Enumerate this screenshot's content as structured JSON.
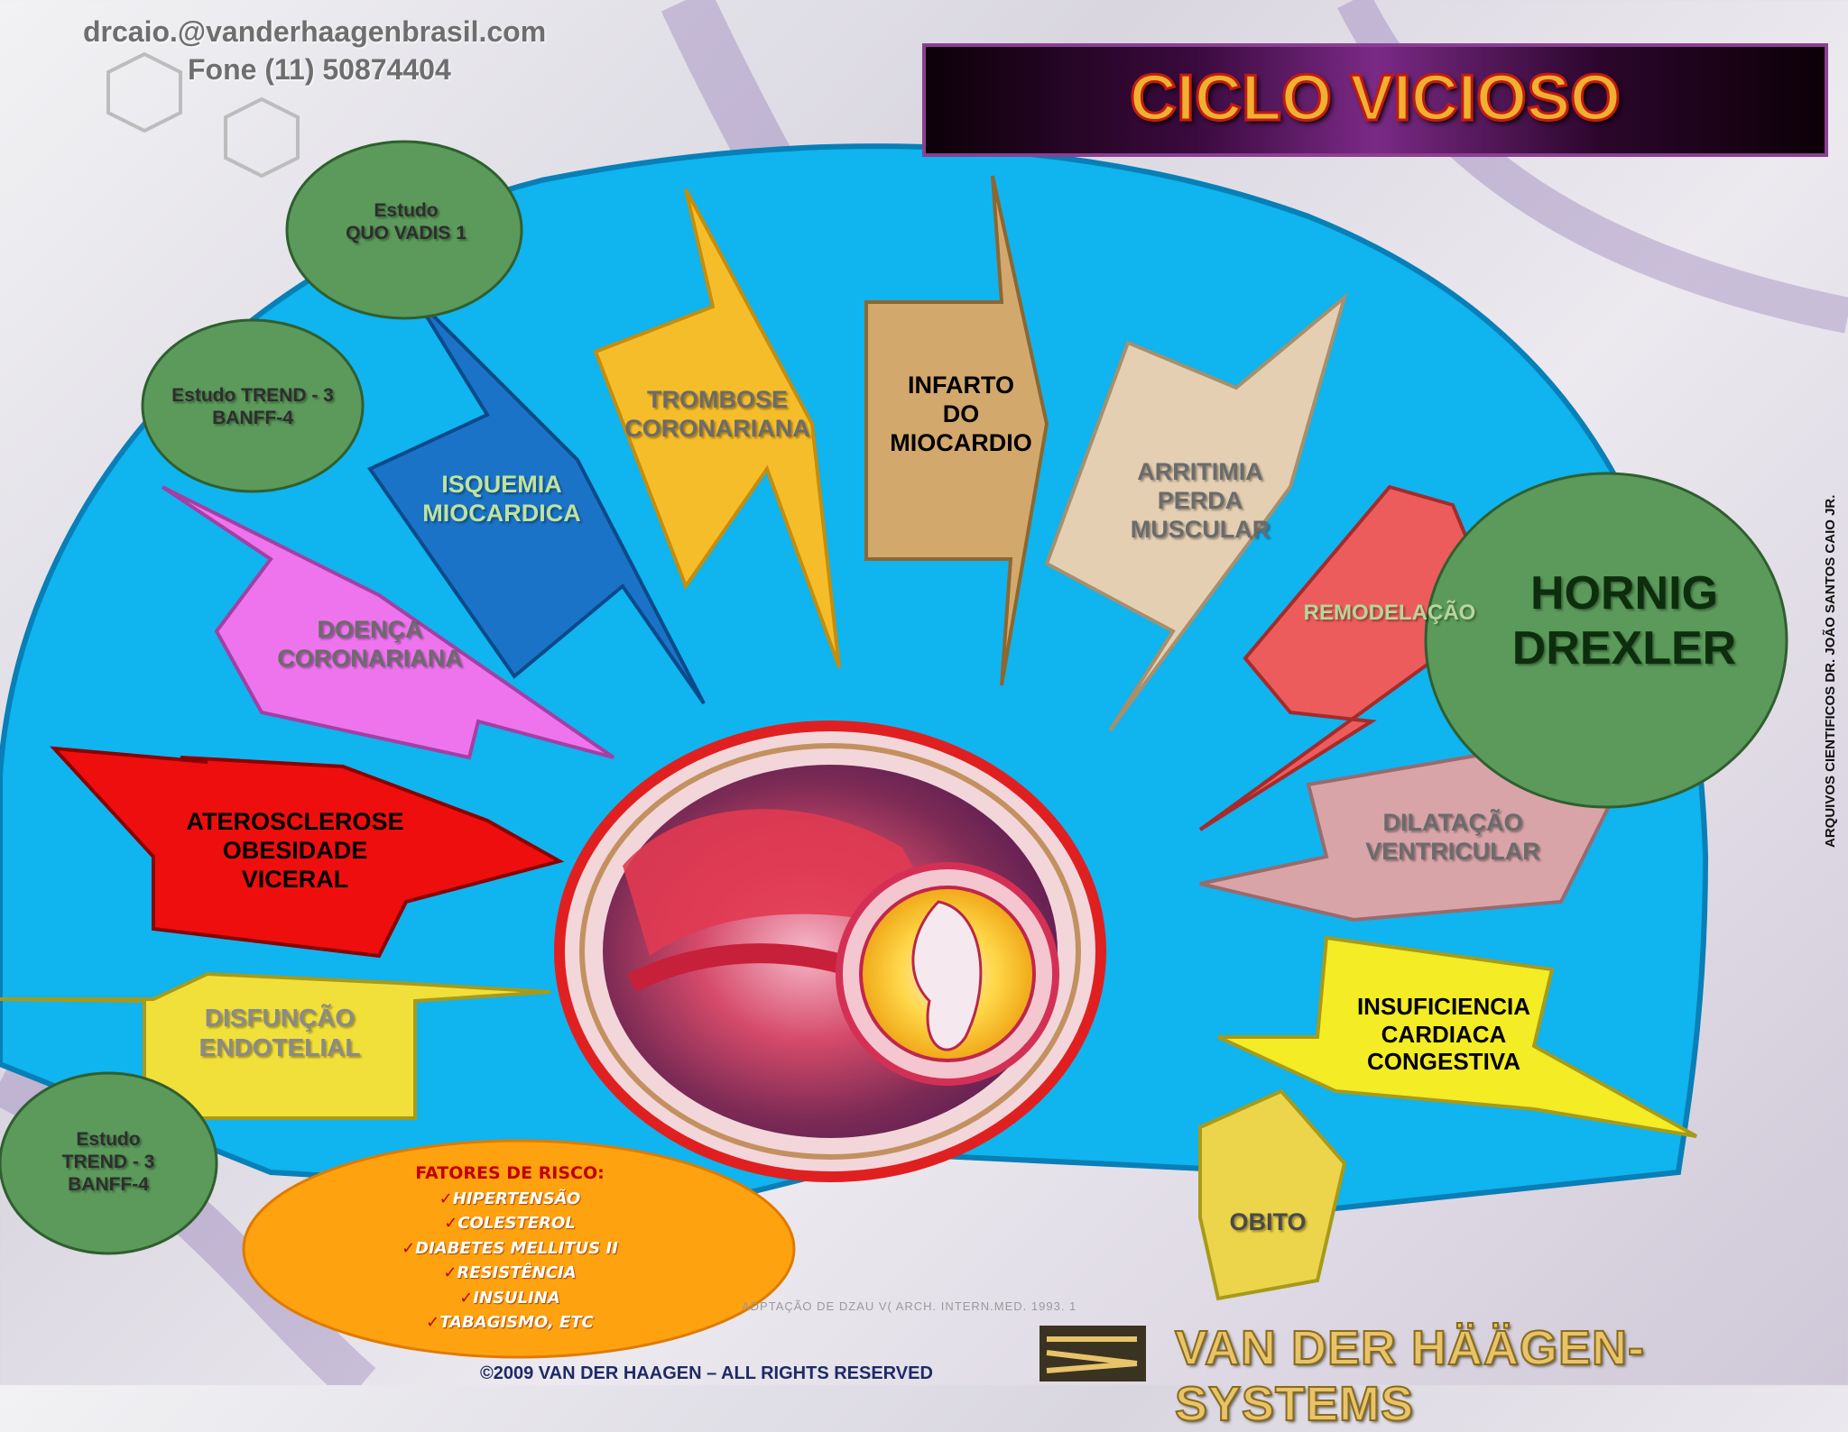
{
  "contact": {
    "email": "drcaio.@vanderhaagenbrasil.com",
    "phone": "Fone (11) 50874404"
  },
  "title": "CICLO VICIOSO",
  "center_circles": {
    "hornig": "HORNIG\nDREXLER"
  },
  "studies": {
    "quo_vadis": "Estudo\nQUO VADIS 1",
    "trend_top": "Estudo TREND - 3\nBANFF-4",
    "trend_bottom": "Estudo\nTREND - 3\nBANFF-4"
  },
  "stages": {
    "trombose": "TROMBOSE\nCORONARIANA",
    "infarto": "INFARTO\nDO\nMIOCARDIO",
    "arritimia": "ARRITIMIA\nPERDA\nMUSCULAR",
    "isquemia": "ISQUEMIA\nMIOCARDICA",
    "remodelacao": "REMODELAÇÃO",
    "doenca": "DOENÇA\nCORONARIANA",
    "dilatacao": "DILATAÇÃO\nVENTRICULAR",
    "aterosclerose": "ATEROSCLEROSE\nOBESIDADE\nVICERAL",
    "disfuncao": "DISFUNÇÃO\nENDOTELIAL",
    "insuficiencia": "INSUFICIENCIA\nCARDIACA\nCONGESTIVA",
    "obito": "OBITO"
  },
  "risk_factors": {
    "heading": "FATORES DE RISCO:",
    "items": [
      "HIPERTENSÃO",
      "COLESTEROL",
      "DIABETES MELLITUS II",
      "RESISTÊNCIA",
      "INSULINA",
      "TABAGISMO, ETC"
    ]
  },
  "adaptation": "ADPTAÇÃO   DE DZAU V( ARCH. INTERN.MED. 1993. 1",
  "side_credit": "ARQUIVOS CIENTIFICOS DR. JOÃO SANTOS CAIO JR.",
  "brand": "VAN DER HÄÄGEN-SYSTEMS",
  "copyright": "©2009 VAN DER HAAGEN – ALL RIGHTS RESERVED",
  "colors": {
    "fan": "#10b4ee",
    "study_green": "#5b9a5b",
    "trombose": "#f6bd2b",
    "infarto": "#d3a86c",
    "arritimia": "#e4cfb2",
    "isquemia": "#1a73c6",
    "remodelacao": "#ec5c5c",
    "doenca": "#ee74ee",
    "dilatacao": "#d9a4a8",
    "aterosclerose": "#ee0e0e",
    "disfuncao": "#f2e03a",
    "insuficiencia": "#f4ec24",
    "obito": "#ecd54a",
    "risk": "#ffa210"
  }
}
